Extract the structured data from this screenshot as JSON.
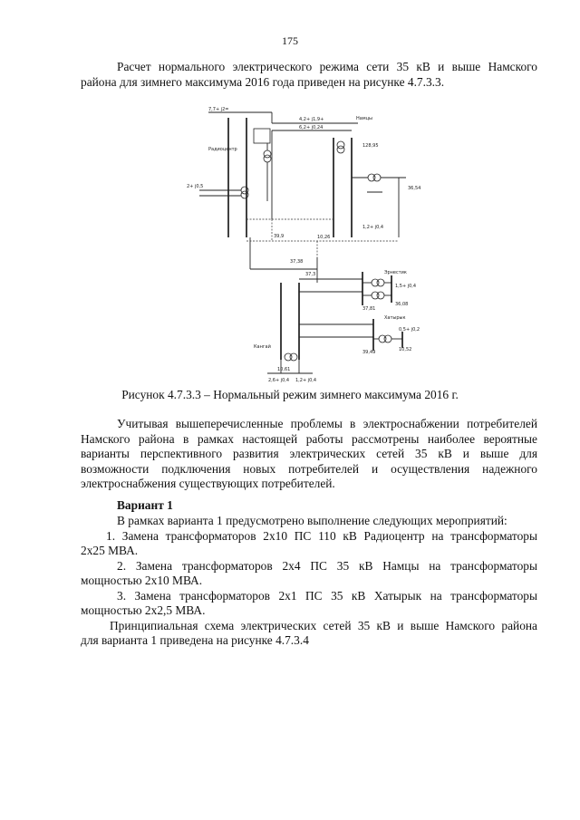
{
  "page_number": "175",
  "intro": {
    "line1": "Расчет нормального электрического режима сети 35 кВ и выше Намского",
    "line2": "района для зимнего максимума 2016 года приведен на рисунке 4.7.3.3."
  },
  "figure": {
    "caption": "Рисунок 4.7.3.3 – Нормальный режим зимнего максимума 2016 г.",
    "labels": {
      "radiocenter": "Радиоцентр",
      "namtsy": "Намцы",
      "khatyryk": "Хатырык",
      "kangay": "Кангай",
      "ernestik": "Эрнестик",
      "v_top": "7,7+ j2=",
      "v_a": "4,2+ j1,9+",
      "v_b": "6,2+ j0,24",
      "v_c": "128,95",
      "v_d": "2+ j0,5",
      "v_e": "39,9",
      "v_f": "37,38",
      "v_g": "1,5+ j0,4",
      "v_h": "1,2+ j0,4",
      "v_i": "0,5+ j0,2",
      "v_j": "36,54",
      "v_k": "37,3",
      "v_l": "10,52",
      "v_m": "10,61",
      "v_n": "2,6+ j0,4",
      "v_o": "1,2+ j0,4",
      "v_p": "10,26",
      "v_q": "37,81",
      "v_r": "36,08",
      "v_s": "39,49"
    }
  },
  "problems_para": {
    "line1": "Учитывая вышеперечисленные проблемы в электроснабжении потребителей",
    "line2": "Намского района в рамках настоящей работы рассмотрены наиболее вероятные",
    "line3": "варианты перспективного развития электрических сетей 35 кВ и выше для",
    "line4": "возможности подключения новых потребителей и осуществления надежного",
    "line5": "электроснабжения существующих потребителей."
  },
  "variant": {
    "heading": "Вариант 1",
    "intro": "В рамках варианта 1 предусмотрено выполнение следующих мероприятий:",
    "item1_line1": "1.  Замена трансформаторов 2х10 ПС 110 кВ Радиоцентр на трансформаторы",
    "item1_line2": "2х25 МВА.",
    "item2_line1": "2. Замена трансформаторов 2х4 ПС 35 кВ Намцы на трансформаторы",
    "item2_line2": "мощностью 2х10 МВА.",
    "item3_line1": "3. Замена трансформаторов 2х1 ПС 35 кВ Хатырык на трансформаторы",
    "item3_line2": "мощностью 2х2,5 МВА.",
    "outro_line1": "Принципиальная схема электрических сетей 35 кВ и выше Намского района",
    "outro_line2": "для варианта 1 приведена на рисунке 4.7.3.4"
  }
}
